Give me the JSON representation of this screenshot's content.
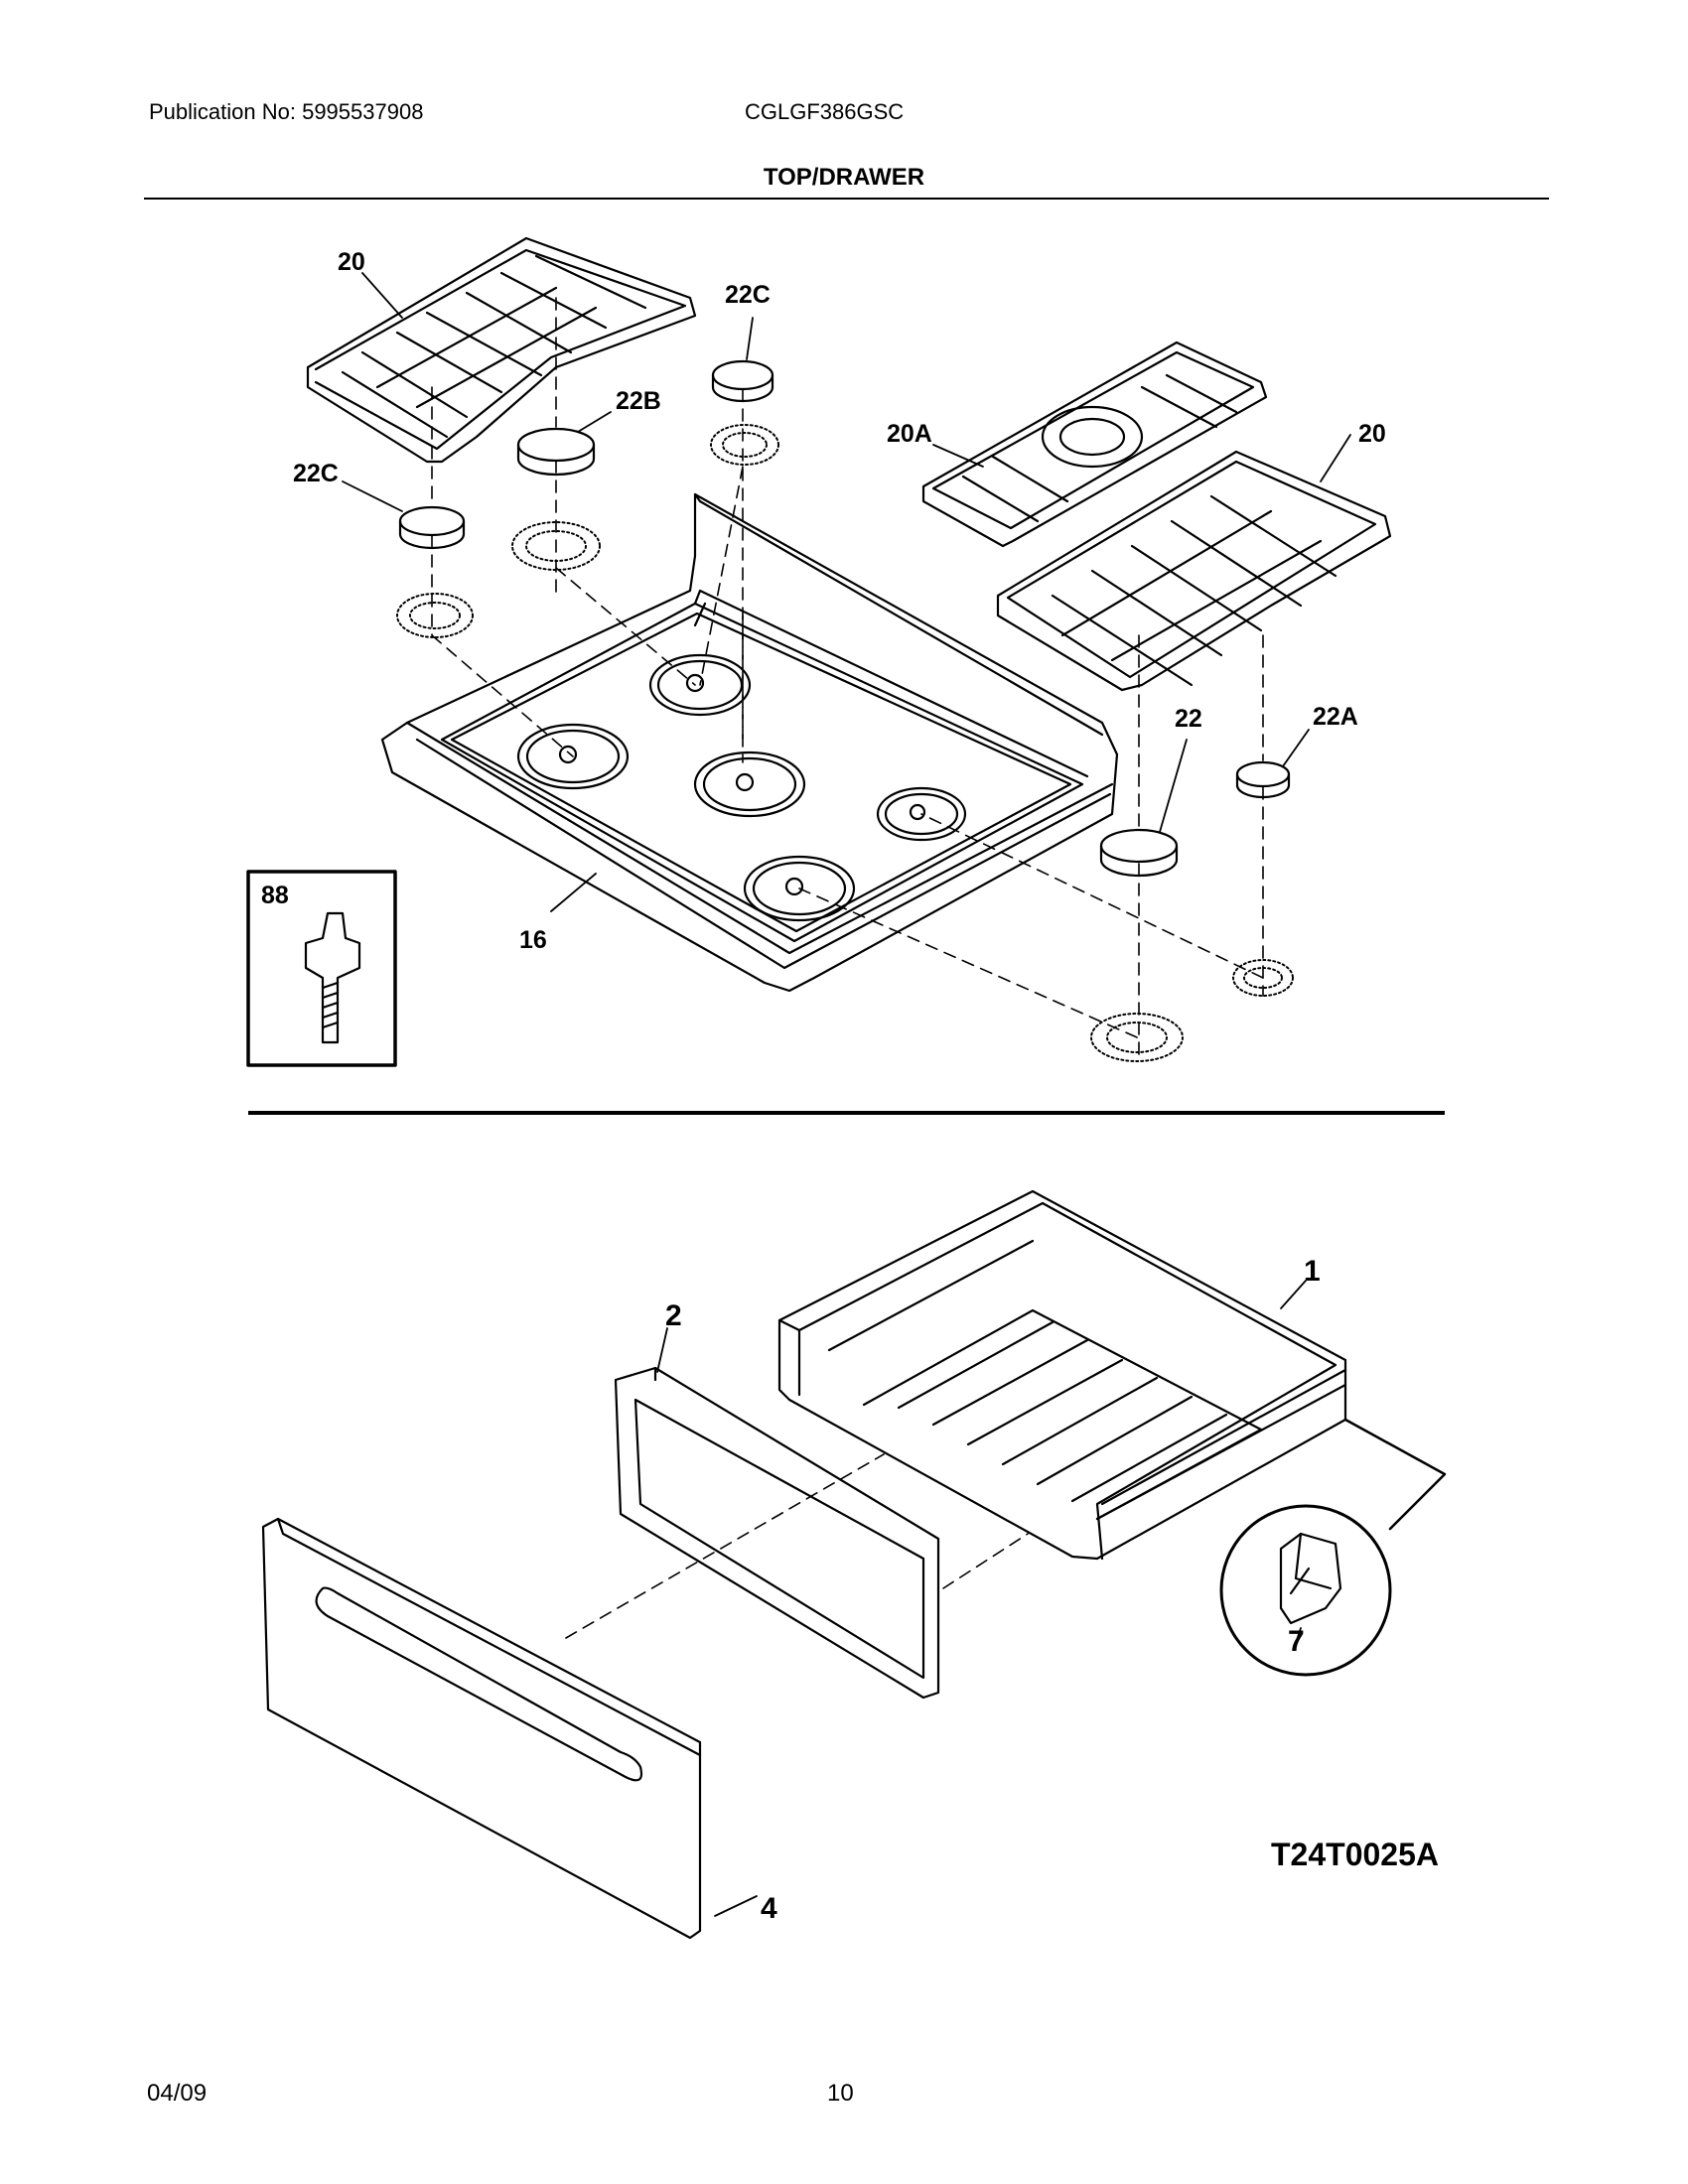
{
  "header": {
    "publication": "Publication No: 5995537908",
    "model": "CGLGF386GSC",
    "section_title": "TOP/DRAWER"
  },
  "callouts": {
    "grate_left": "20",
    "cap_22c_center": "22C",
    "cap_22b": "22B",
    "cap_22c_left": "22C",
    "grate_center": "20A",
    "grate_right": "20",
    "cooktop": "16",
    "cap_22": "22",
    "cap_22a": "22A",
    "screw_inset": "88",
    "drawer_body": "1",
    "drawer_frame": "2",
    "drawer_panel": "4",
    "clip_inset": "7"
  },
  "diagram_code": "T24T0025A",
  "footer": {
    "date": "04/09",
    "page": "10"
  }
}
